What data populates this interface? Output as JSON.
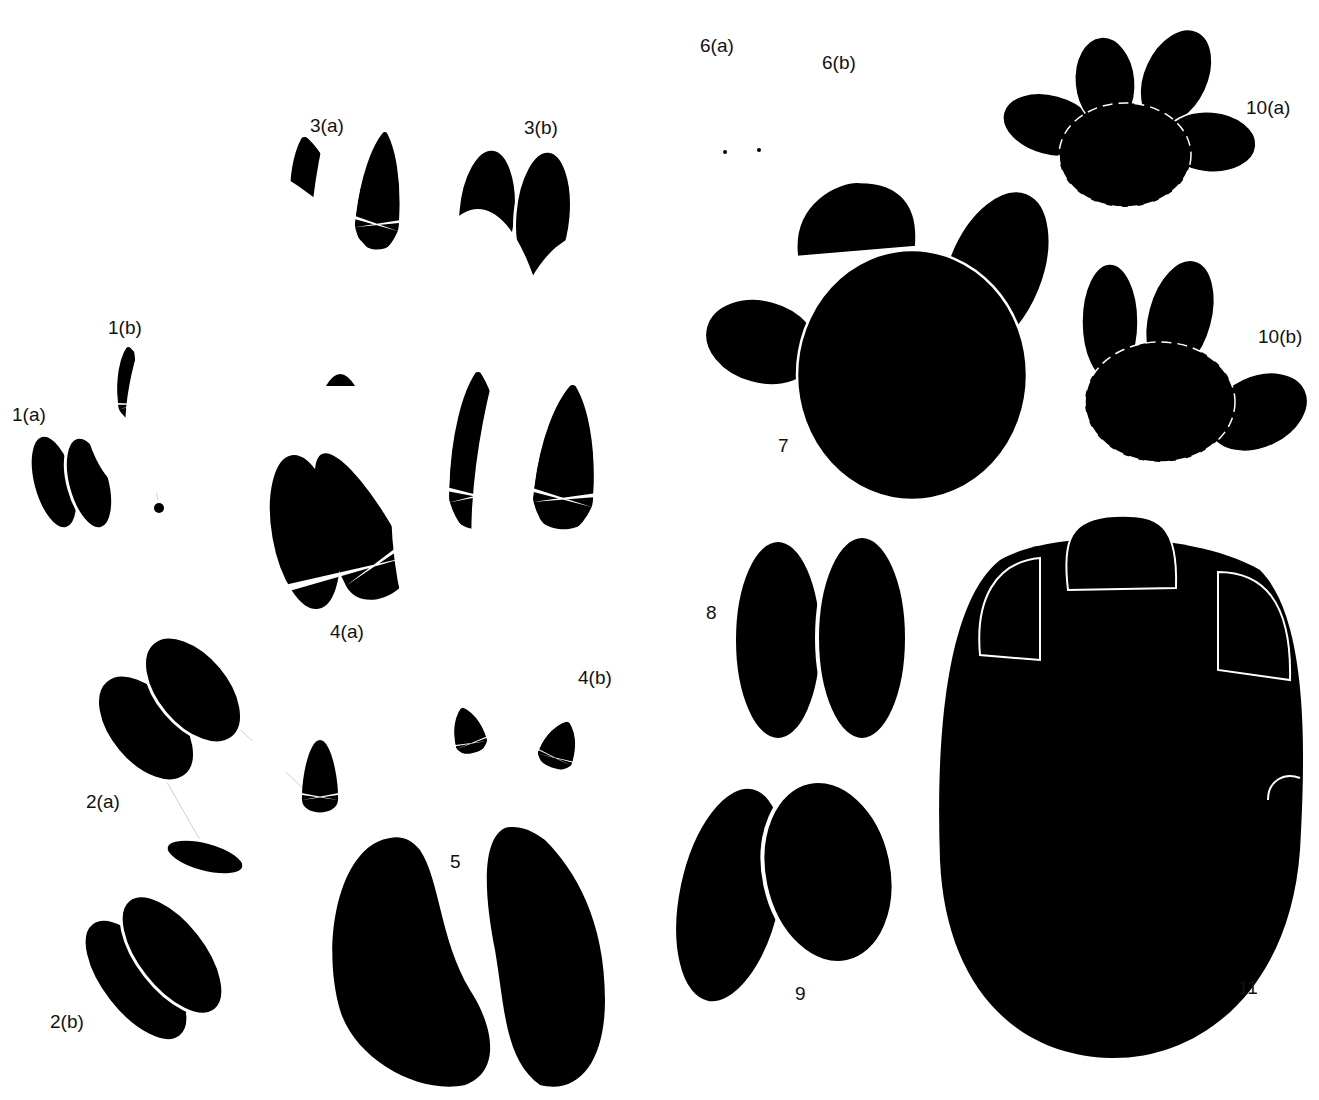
{
  "diagram": {
    "labels": [
      "1(a)",
      "1(b)",
      "2(a)",
      "2(b)",
      "3(a)",
      "3(b)",
      "4(a)",
      "4(b)",
      "5",
      "6(a)",
      "6(b)",
      "7",
      "8",
      "9",
      "10(a)",
      "10(b)",
      "11"
    ]
  }
}
